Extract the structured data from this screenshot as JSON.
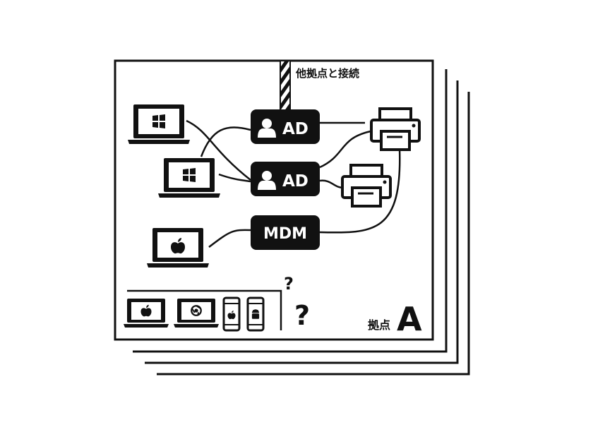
{
  "diagram": {
    "connection_label": "他拠点と接続",
    "site_label": "拠点",
    "site_letter": "A",
    "nodes": {
      "ad_top": "AD",
      "ad_bottom": "AD",
      "mdm": "MDM"
    },
    "question_marks": [
      "?",
      "?"
    ],
    "icons": {
      "laptops": [
        "windows-logo-icon",
        "windows-logo-icon",
        "apple-logo-icon"
      ],
      "unmanaged": [
        "apple-logo-icon",
        "chrome-logo-icon",
        "apple-logo-icon",
        "android-logo-icon"
      ],
      "printers": [
        "printer-icon",
        "printer-icon"
      ],
      "user": "user-icon"
    },
    "colors": {
      "ink": "#111111",
      "paper": "#ffffff"
    }
  }
}
